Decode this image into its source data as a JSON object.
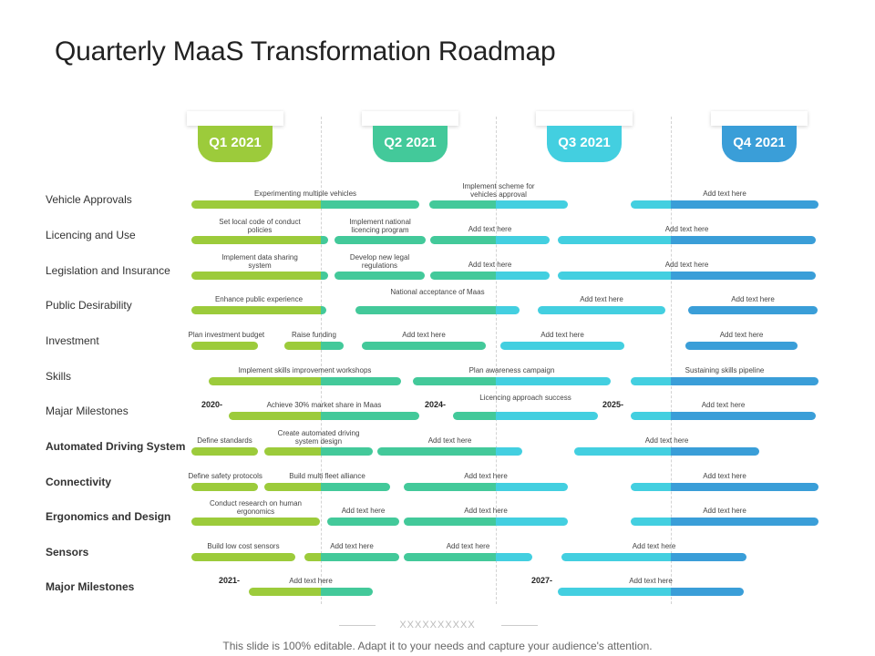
{
  "title": "Quarterly MaaS Transformation Roadmap",
  "quarters": [
    {
      "label": "Q1 2021",
      "color": "#9ccb3b"
    },
    {
      "label": "Q2 2021",
      "color": "#43c99a"
    },
    {
      "label": "Q3 2021",
      "color": "#43cfe0"
    },
    {
      "label": "Q4 2021",
      "color": "#3a9ed8"
    }
  ],
  "rows": [
    {
      "label": "Vehicle Approvals",
      "bold": false
    },
    {
      "label": "Licencing and Use",
      "bold": false
    },
    {
      "label": "Legislation and Insurance",
      "bold": false
    },
    {
      "label": "Public Desirability",
      "bold": false
    },
    {
      "label": "Investment",
      "bold": false
    },
    {
      "label": "Skills",
      "bold": false
    },
    {
      "label": "Majar Milestones",
      "bold": false
    },
    {
      "label": "Automated Driving  System",
      "bold": true
    },
    {
      "label": "Connectivity",
      "bold": true
    },
    {
      "label": "Ergonomics and Design",
      "bold": true
    },
    {
      "label": "Sensors",
      "bold": true
    },
    {
      "label": "Major Milestones",
      "bold": true
    }
  ],
  "bars": [
    [
      "Experimenting  multiple vehicles",
      "Implement  scheme for vehicles approval",
      "Add text here"
    ],
    [
      "Set local code of conduct  policies",
      "Implement  national licencing program",
      "Add text here",
      "Add text here"
    ],
    [
      "Implement data sharing system",
      "Develop new legal regulations",
      "Add text here",
      "Add text here"
    ],
    [
      "Enhance  public experience",
      "National  acceptance  of Maas",
      "Add text here",
      "Add text here"
    ],
    [
      "Plan investment budget",
      "Raise funding",
      "Add text here",
      "Add text here",
      "Add text here"
    ],
    [
      "Implement  skills improvement workshops",
      "Plan awareness  campaign",
      "Sustaining  skills pipeline"
    ],
    [
      "Achieve 30% market share in Maas",
      "Licencing approach  success",
      "Add text here"
    ],
    [
      "Define standards",
      "Create automated driving system design",
      "Add text here",
      "Add text here"
    ],
    [
      "Define safety protocols",
      "Build multi fleet alliance",
      "Add text here",
      "Add text here"
    ],
    [
      "Conduct research on human ergonomics",
      "Add text here",
      "Add text here",
      "Add text here"
    ],
    [
      "Build low cost sensors",
      "Add text here",
      "Add text here",
      "Add text here"
    ],
    [
      "Add text here",
      "Add text here"
    ]
  ],
  "years": [
    "2020-",
    "2024-",
    "2025-",
    "2021-",
    "2027-"
  ],
  "footer_mark": "XXXXXXXXXX",
  "footer": "This slide is 100% editable. Adapt it to your needs and capture your audience's attention."
}
